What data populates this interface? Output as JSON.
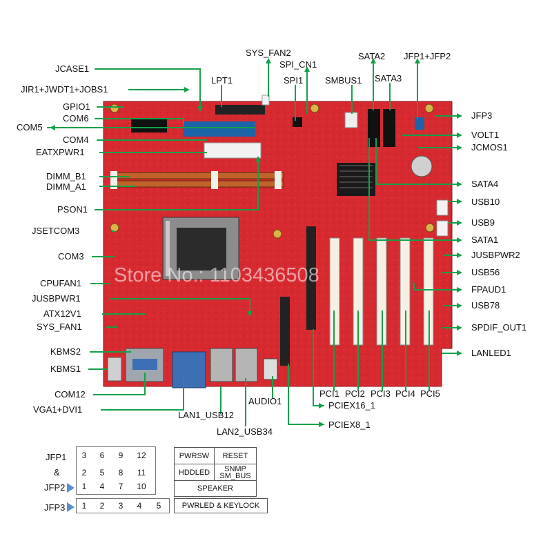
{
  "watermark": "Store No.: 1103436508",
  "colors": {
    "board": "#d8242c",
    "board_dark": "#a81219",
    "callout": "#13a04a",
    "arrow": "#5b8fcf"
  },
  "labels": {
    "jcase1": "JCASE1",
    "jir1": "JIR1+JWDT1+JOBS1",
    "gpio1": "GPIO1",
    "com6": "COM6",
    "com5": "COM5",
    "com4": "COM4",
    "eatxpwr1": "EATXPWR1",
    "dimm_b1": "DIMM_B1",
    "dimm_a1": "DIMM_A1",
    "pson1": "PSON1",
    "jsetcom3": "JSETCOM3",
    "com3": "COM3",
    "cpufan1": "CPUFAN1",
    "jusbpwr1": "JUSBPWR1",
    "atx12v1": "ATX12V1",
    "sys_fan1": "SYS_FAN1",
    "kbms2": "KBMS2",
    "kbms1": "KBMS1",
    "com12": "COM12",
    "vga1dvi1": "VGA1+DVI1",
    "lan1_usb12": "LAN1_USB12",
    "lan2_usb34": "LAN2_USB34",
    "audio1": "AUDIO1",
    "pciex8_1": "PCIEX8_1",
    "pciex16_1": "PCIEX16_1",
    "pci1": "PCI1",
    "pci2": "PCI2",
    "pci3": "PCI3",
    "pci4": "PCI4",
    "pci5": "PCI5",
    "lpt1": "LPT1",
    "sys_fan2": "SYS_FAN2",
    "spi_cn1": "SPI_CN1",
    "spi1": "SPI1",
    "smbus1": "SMBUS1",
    "sata2": "SATA2",
    "sata3": "SATA3",
    "jfp1jfp2": "JFP1+JFP2",
    "jfp3": "JFP3",
    "volt1": "VOLT1",
    "jcmos1": "JCMOS1",
    "sata4": "SATA4",
    "usb10": "USB10",
    "usb9": "USB9",
    "sata1": "SATA1",
    "jusbpwr2": "JUSBPWR2",
    "usb56": "USB56",
    "fpaud1": "FPAUD1",
    "usb78": "USB78",
    "spdif_out1": "SPDIF_OUT1",
    "lanled1": "LANLED1"
  },
  "pinout": {
    "jfp1": "JFP1",
    "amp": "&",
    "jfp2": "JFP2",
    "jfp3": "JFP3",
    "row_top": [
      "3",
      "6",
      "9",
      "12"
    ],
    "row_mid": [
      "2",
      "5",
      "8",
      "11"
    ],
    "row_bot": [
      "1",
      "4",
      "7",
      "10"
    ],
    "jfp3_pins": [
      "1",
      "2",
      "3",
      "4",
      "5"
    ]
  },
  "functions": {
    "pwrsw": "PWRSW",
    "reset": "RESET",
    "hddled": "HDDLED",
    "snmp": "SNMP",
    "smbus": "SM_BUS",
    "speaker": "SPEAKER",
    "pwrled": "PWRLED & KEYLOCK"
  }
}
